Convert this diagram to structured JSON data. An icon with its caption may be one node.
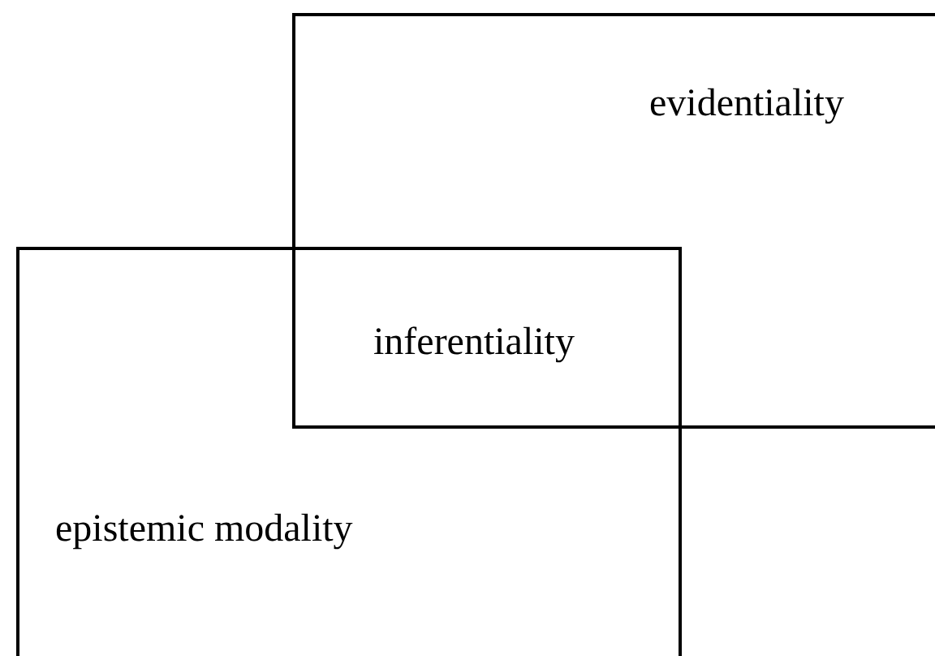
{
  "diagram": {
    "nodes": [
      {
        "text": [
          "evidentiality"
        ]
      },
      {
        "text": [
          "epistemic modality"
        ]
      }
    ],
    "edges": [],
    "labels": [
      "inferentiality"
    ]
  }
}
